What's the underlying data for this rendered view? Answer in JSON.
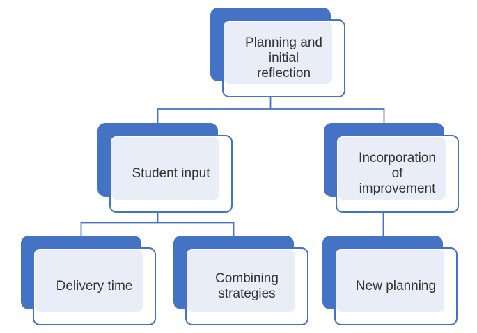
{
  "colors": {
    "accent_blue": "#4472C4",
    "inner_fill": "#E9EDF7",
    "card_background": "#FFFFFF",
    "text": "#333333",
    "page_background": "#FFFFFF"
  },
  "nodes": [
    {
      "id": "planning",
      "label": "Planning and initial reflection",
      "lines": [
        "Planning and",
        "initial",
        "reflection"
      ],
      "level": 1
    },
    {
      "id": "student-input",
      "label": "Student input",
      "lines": [
        "Student input"
      ],
      "level": 2
    },
    {
      "id": "incorporation",
      "label": "Incorporation of improvement",
      "lines": [
        "Incorporation",
        "of",
        "improvement"
      ],
      "level": 2
    },
    {
      "id": "delivery-time",
      "label": "Delivery time",
      "lines": [
        "Delivery time"
      ],
      "level": 3
    },
    {
      "id": "combining-strategies",
      "label": "Combining strategies",
      "lines": [
        "Combining",
        "strategies"
      ],
      "level": 3
    },
    {
      "id": "new-planning",
      "label": "New planning",
      "lines": [
        "New planning"
      ],
      "level": 3
    }
  ],
  "edges": [
    {
      "from": "planning",
      "to": "student-input"
    },
    {
      "from": "planning",
      "to": "incorporation"
    },
    {
      "from": "student-input",
      "to": "delivery-time"
    },
    {
      "from": "student-input",
      "to": "combining-strategies"
    },
    {
      "from": "incorporation",
      "to": "new-planning"
    }
  ]
}
